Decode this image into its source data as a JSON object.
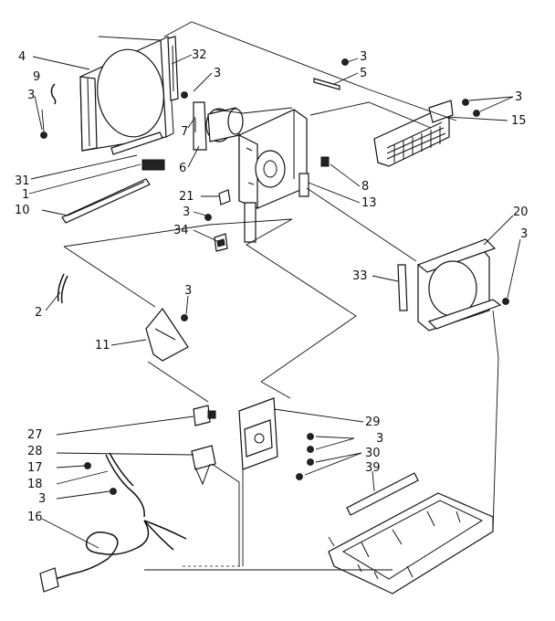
{
  "callouts": {
    "c4": "4",
    "c9": "9",
    "c3a": "3",
    "c31": "31",
    "c1": "1",
    "c10": "10",
    "c32": "32",
    "c3b": "3",
    "c7": "7",
    "c6": "6",
    "c3c": "3",
    "c5": "5",
    "c3d": "3",
    "c15": "15",
    "c8": "8",
    "c13": "13",
    "c21": "21",
    "c3e": "3",
    "c34": "34",
    "c20": "20",
    "c3f": "3",
    "c33": "33",
    "c2": "2",
    "c3g": "3",
    "c11": "11",
    "c27": "27",
    "c29": "29",
    "c3h": "3",
    "c28": "28",
    "c30": "30",
    "c17": "17",
    "c39": "39",
    "c18": "18",
    "c3i": "3",
    "c16": "16"
  }
}
